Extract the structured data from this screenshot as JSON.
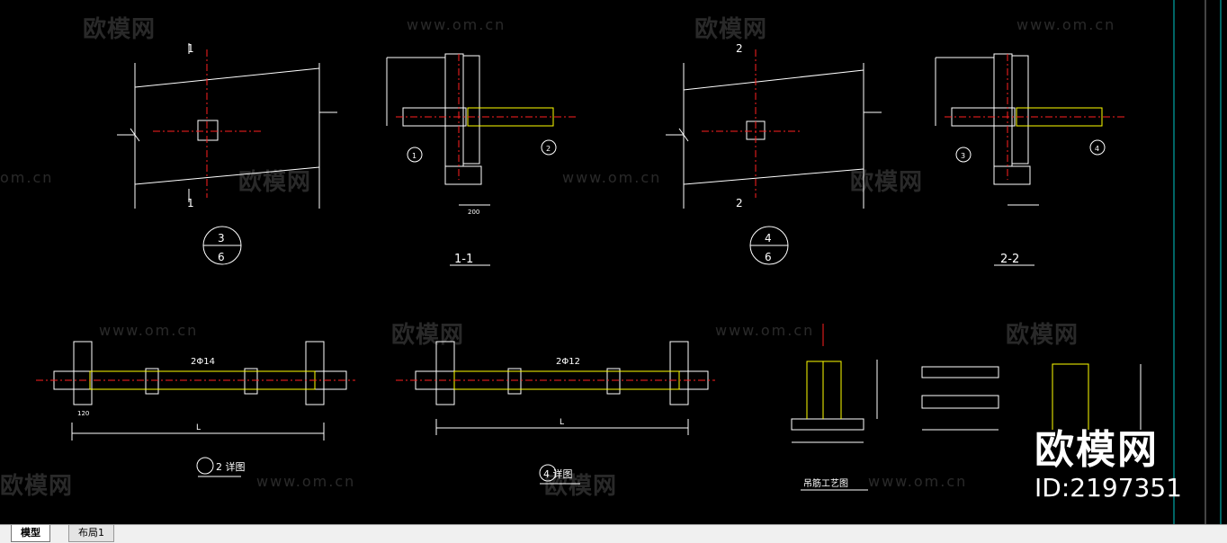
{
  "drawing": {
    "colors": {
      "background": "#000000",
      "lines": "#ffffff",
      "centerline": "#ff2020",
      "rebar": "#ffff00",
      "accent": "#00ffff"
    },
    "section_labels": [
      "1-1",
      "2-2"
    ],
    "cut_marks": [
      "1",
      "1",
      "2",
      "2"
    ],
    "detail_circles": [
      {
        "top": "3",
        "bottom": "6"
      },
      {
        "top": "4",
        "bottom": "6"
      }
    ],
    "callouts": [
      "1",
      "2",
      "3",
      "4"
    ],
    "detail_titles": {
      "detail2": "2 详图",
      "detail4": "4 详图",
      "lifting": "吊筋工艺图"
    },
    "dims": {
      "d1": "2Φ14",
      "d2": "2Φ12",
      "d3": "L",
      "d4": "L",
      "d5": "120",
      "d6": "200"
    }
  },
  "watermark": {
    "site": "www.om.cn",
    "brand": "欧模网",
    "left_cut": "om.cn"
  },
  "brand_overlay": {
    "name": "欧模网",
    "id": "ID:2197351"
  },
  "tabs": [
    {
      "label": "模型",
      "active": true
    },
    {
      "label": "布局1",
      "active": false
    }
  ]
}
